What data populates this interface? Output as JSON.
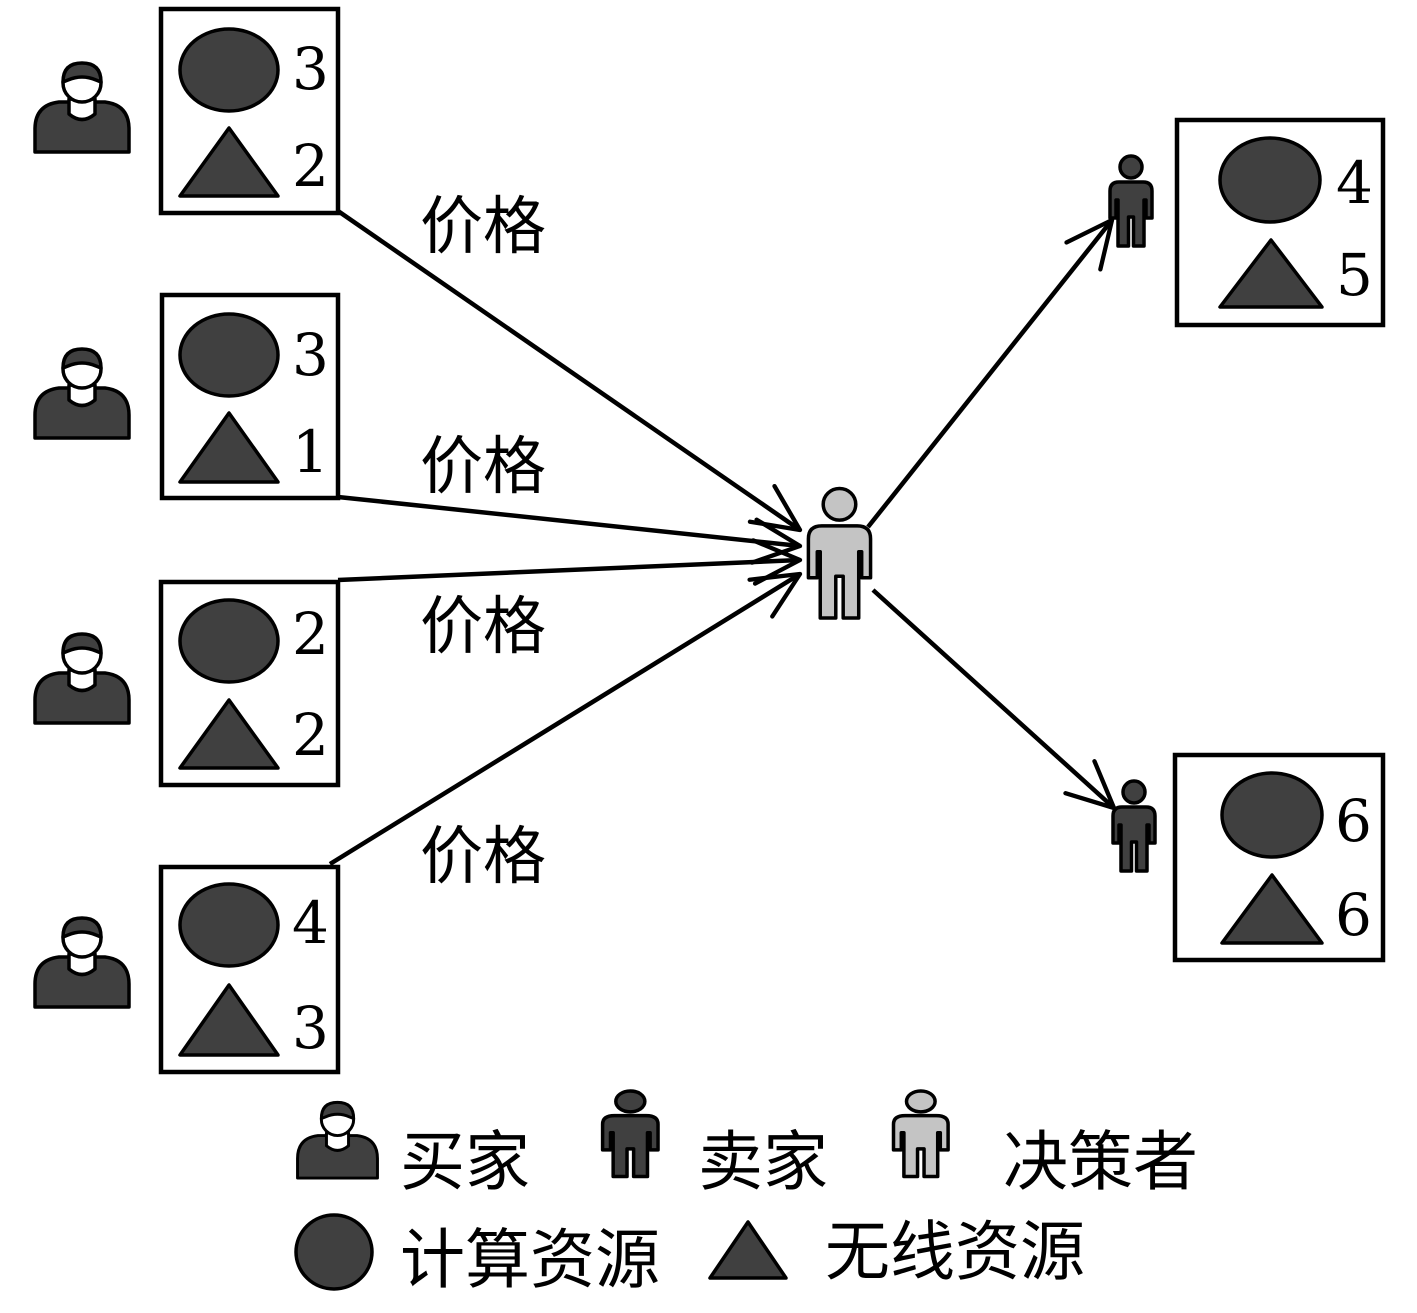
{
  "buyers": [
    {
      "compute": "3",
      "wireless": "2",
      "edge_label": "价格"
    },
    {
      "compute": "3",
      "wireless": "1",
      "edge_label": "价格"
    },
    {
      "compute": "2",
      "wireless": "2",
      "edge_label": "价格"
    },
    {
      "compute": "4",
      "wireless": "3",
      "edge_label": "价格"
    }
  ],
  "sellers": [
    {
      "compute": "4",
      "wireless": "5"
    },
    {
      "compute": "6",
      "wireless": "6"
    }
  ],
  "legend": {
    "buyer": "买家",
    "seller": "卖家",
    "decision_maker": "决策者",
    "compute_resource": "计算资源",
    "wireless_resource": "无线资源"
  },
  "icons": {
    "buyer": "buyer-icon",
    "seller": "seller-icon",
    "decision_maker": "decision-maker-icon",
    "compute_resource": "ellipse-icon",
    "wireless_resource": "triangle-icon"
  },
  "colors": {
    "dark": "#404040",
    "light": "#c4c4c4",
    "stroke": "#000000"
  }
}
